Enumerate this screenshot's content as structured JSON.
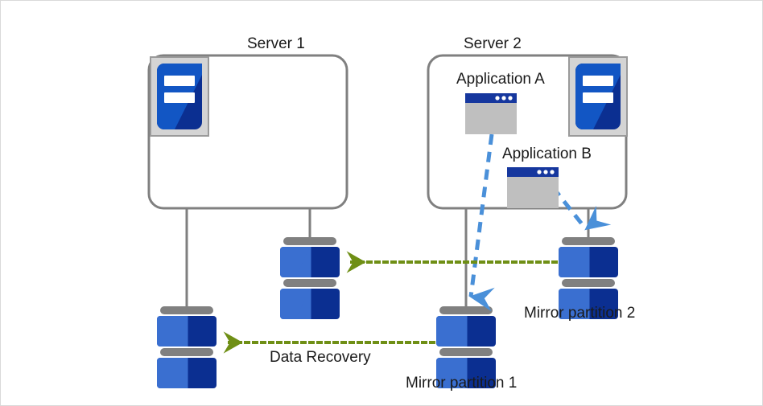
{
  "diagram": {
    "title": "Mirror partition data recovery diagram",
    "colors": {
      "box_border": "#808080",
      "connector": "#7f7f7f",
      "disk_cap": "#808080",
      "disk_light_blue": "#3a6fd0",
      "disk_dark_blue": "#0b2f91",
      "server_icon_frame": "#d4d4d4",
      "server_icon_blue": "#1256c4",
      "server_icon_dark_blue": "#0b2f91",
      "app_titlebar": "#16379e",
      "app_body": "#bfbfbf",
      "recovery_arrow": "#6f8f15",
      "write_arrow": "#4a90d9",
      "text": "#1a1a1a",
      "page_border": "#d9d9d9",
      "background": "#ffffff"
    },
    "servers": [
      {
        "id": "server1",
        "label": "Server 1",
        "icon": "server-icon"
      },
      {
        "id": "server2",
        "label": "Server 2",
        "icon": "server-icon"
      }
    ],
    "applications": [
      {
        "id": "app-a",
        "label": "Application  A",
        "icon": "app-window-icon"
      },
      {
        "id": "app-b",
        "label": "Application  B",
        "icon": "app-window-icon"
      }
    ],
    "disks": [
      {
        "id": "disk-server1-upper",
        "label": "",
        "icon": "disk-icon"
      },
      {
        "id": "disk-server1-lower",
        "label": "",
        "icon": "disk-icon"
      },
      {
        "id": "disk-mirror-1",
        "label": "Mirror partition 1",
        "icon": "disk-icon"
      },
      {
        "id": "disk-mirror-2",
        "label": "Mirror partition 2",
        "icon": "disk-icon"
      }
    ],
    "flows": [
      {
        "id": "recovery-top",
        "label": "",
        "style": "dotted",
        "color": "#6f8f15",
        "direction": "right-to-left"
      },
      {
        "id": "recovery-bottom",
        "label": "Data Recovery",
        "style": "dotted",
        "color": "#6f8f15",
        "direction": "right-to-left"
      },
      {
        "id": "write-a-to-mirror1",
        "label": "",
        "style": "dashed",
        "color": "#4a90d9",
        "direction": "down"
      },
      {
        "id": "write-b-to-mirror2",
        "label": "",
        "style": "dashed",
        "color": "#4a90d9",
        "direction": "down"
      }
    ]
  }
}
